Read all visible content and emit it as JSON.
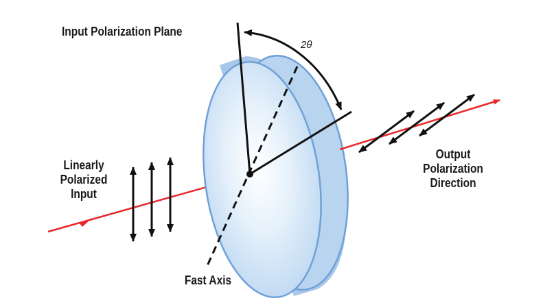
{
  "labels": {
    "input_polarization_plane": "Input Polarization Plane",
    "angle": "2θ",
    "linearly_polarized_input": [
      "Linearly",
      "Polarized",
      "Input"
    ],
    "output_polarization_direction": [
      "Output",
      "Polarization",
      "Direction"
    ],
    "fast_axis": "Fast Axis"
  },
  "colors": {
    "beam": "#e8272a",
    "plate_fill": "#dcebf8",
    "plate_edge": "#6fa0d8",
    "ink": "#111111"
  }
}
